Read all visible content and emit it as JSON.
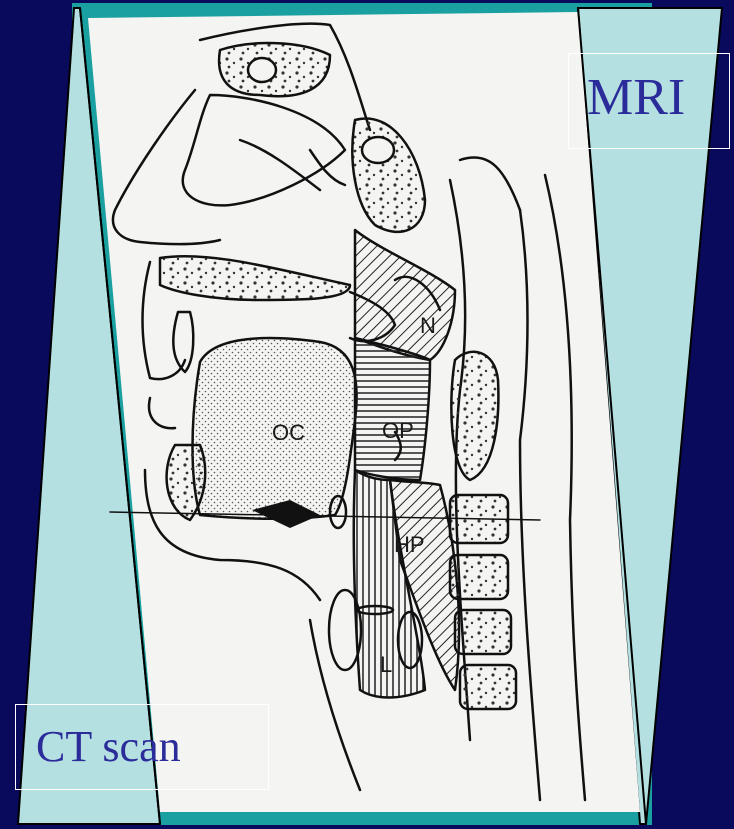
{
  "colors": {
    "background": "#0a0a5c",
    "frame": "#1aa0a0",
    "panel": "#b4e0e2",
    "paper": "#f4f4f2",
    "label_text": "#2b2b9a"
  },
  "labels": {
    "mri": "MRI",
    "ct": "CT scan"
  },
  "anatomy_labels": {
    "n": "N",
    "oc": "OC",
    "op": "OP",
    "hp": "HP",
    "l": "L"
  }
}
